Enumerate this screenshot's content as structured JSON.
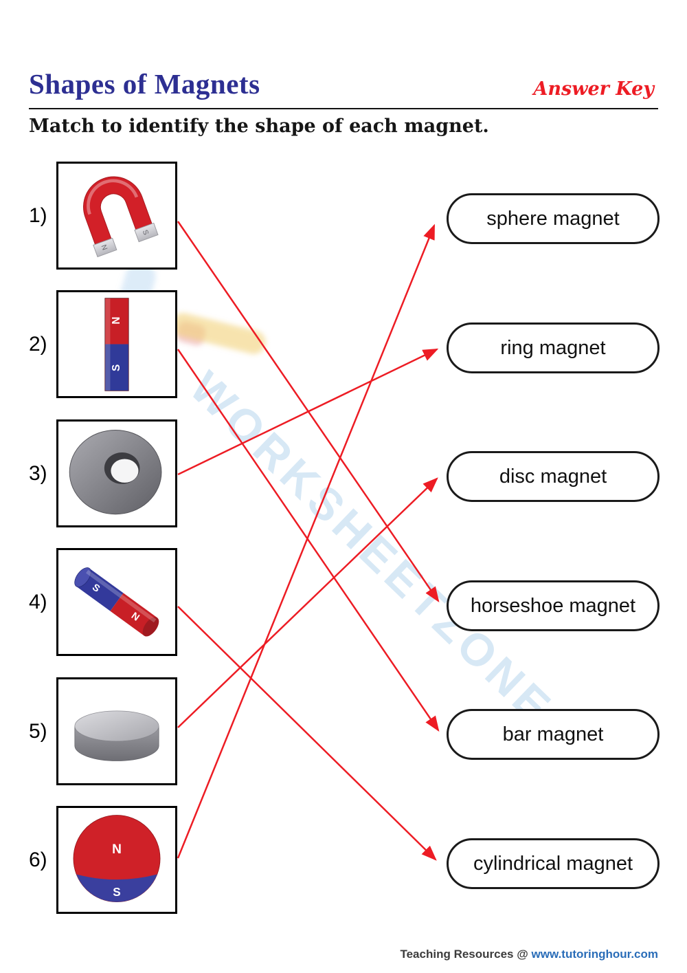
{
  "page": {
    "title": "Shapes of Magnets",
    "answer_key_label": "Answer Key",
    "instruction": "Match to identify the shape of each magnet."
  },
  "items": [
    {
      "number": "1)",
      "shape": "horseshoe magnet",
      "poles": {
        "left": "N",
        "right": "S"
      }
    },
    {
      "number": "2)",
      "shape": "bar magnet",
      "poles": {
        "top": "N",
        "bottom": "S"
      }
    },
    {
      "number": "3)",
      "shape": "ring magnet"
    },
    {
      "number": "4)",
      "shape": "cylindrical magnet",
      "poles": {
        "top": "S",
        "bottom": "N"
      }
    },
    {
      "number": "5)",
      "shape": "disc magnet"
    },
    {
      "number": "6)",
      "shape": "sphere magnet",
      "poles": {
        "top": "N",
        "bottom": "S"
      }
    }
  ],
  "answers": [
    {
      "label": "sphere magnet"
    },
    {
      "label": "ring magnet"
    },
    {
      "label": "disc magnet"
    },
    {
      "label": "horseshoe magnet"
    },
    {
      "label": "bar magnet"
    },
    {
      "label": "cylindrical magnet"
    }
  ],
  "connections": [
    {
      "from": "1",
      "to": "horseshoe magnet"
    },
    {
      "from": "2",
      "to": "bar magnet"
    },
    {
      "from": "3",
      "to": "ring magnet"
    },
    {
      "from": "4",
      "to": "cylindrical magnet"
    },
    {
      "from": "5",
      "to": "disc magnet"
    },
    {
      "from": "6",
      "to": "sphere magnet"
    }
  ],
  "watermark": {
    "text": "WORKSHEETZONE"
  },
  "footer": {
    "prefix": "Teaching Resources @ ",
    "link": "www.tutoringhour.com"
  },
  "colors": {
    "title": "#2d2f92",
    "accent_red": "#ed1c24",
    "arrow": "#ed1c24",
    "magnet_red": "#c81f26",
    "magnet_blue": "#33399b",
    "link_blue": "#2a6db8"
  }
}
